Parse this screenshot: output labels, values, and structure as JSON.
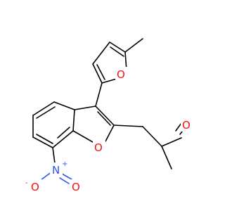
{
  "molecule": {
    "atoms": {
      "o_furan": "O",
      "o_benzofuran": "O",
      "o_ketone": "O",
      "n_nitro": "N",
      "n_nitro_charge": "+",
      "o_nitro_up": "O",
      "o_nitro_minus_charge": "-",
      "o_nitro_right": "O"
    },
    "colors": {
      "bond": "#000000",
      "oxygen": "#ff0d0d",
      "nitrogen": "#3050f8"
    }
  }
}
